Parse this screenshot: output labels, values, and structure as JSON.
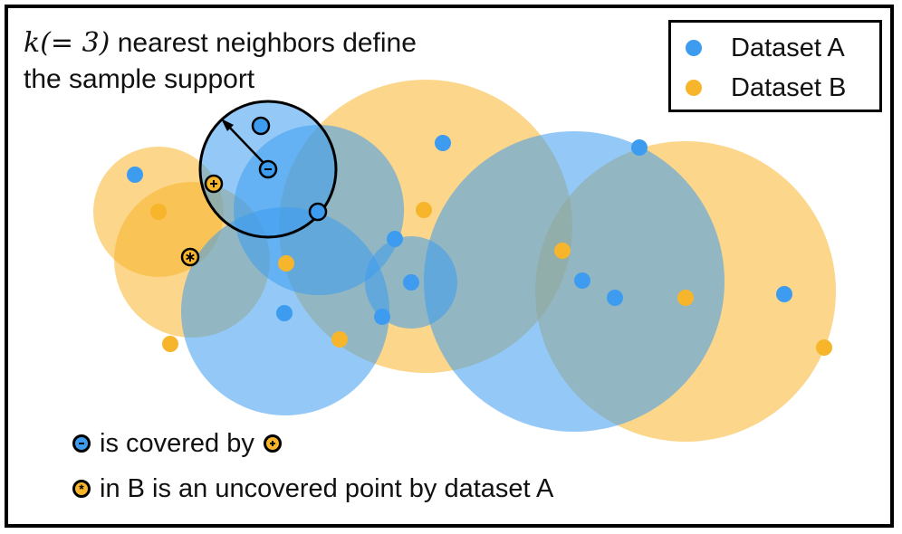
{
  "title": {
    "line1_math": "k",
    "line1_math_paren": "(= 3)",
    "line1_rest": " nearest neighbors define",
    "line2": "the sample support"
  },
  "legend": {
    "items": [
      {
        "label": "Dataset A",
        "color": "#3d9cf0"
      },
      {
        "label": "Dataset B",
        "color": "#f7b52b"
      }
    ]
  },
  "notes": {
    "covered": "is covered by",
    "uncovered": "in B is an uncovered point by dataset A"
  },
  "colors": {
    "dataset_a": "#3d9cf0",
    "dataset_b": "#f7b52b",
    "circle_a_fill": "rgba(61,156,240,0.55)",
    "circle_b_fill": "rgba(247,181,43,0.55)"
  }
}
